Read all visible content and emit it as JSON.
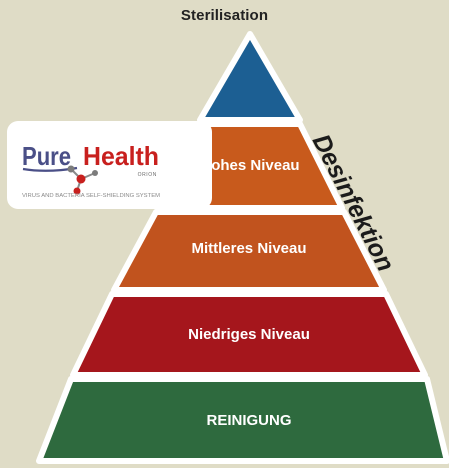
{
  "diagram": {
    "top_label": "Sterilisation",
    "side_label": "Desinfektion",
    "levels": [
      {
        "label": "Hohes Niveau",
        "color": "#c85a1c"
      },
      {
        "label": "Mittleres Niveau",
        "color": "#c1531e"
      },
      {
        "label": "Niedriges Niveau",
        "color": "#a5161c"
      },
      {
        "label": "REINIGUNG",
        "color": "#2e6a3e"
      }
    ],
    "apex_color": "#1c5f93",
    "logo": {
      "brand_word_1": "Pure",
      "brand_word_2": "Health",
      "sub_brand": "ORION",
      "tagline": "VIRUS AND BACTERIA SELF-SHIELDING SYSTEM"
    }
  }
}
